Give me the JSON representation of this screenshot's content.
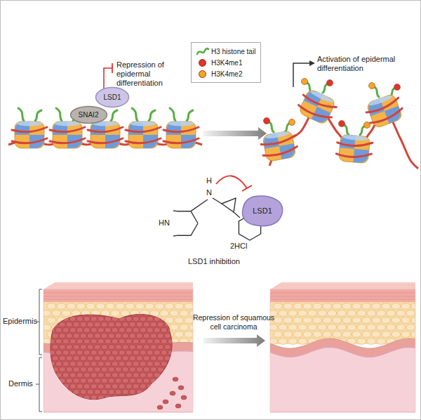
{
  "diagram": {
    "nodes": [
      {
        "text": [
          "SNAI2"
        ]
      },
      {
        "text": [
          "LSD1"
        ]
      },
      {
        "text": [
          "LSD1"
        ]
      }
    ],
    "labels": [
      "Repression of epidermal differentiation",
      "Activation of epidermal differentiation",
      "H",
      "N",
      "HN",
      "2HCl",
      "LSD1 inhibition",
      "Epidermis",
      "Dermis",
      "Repression of squamous cell carcinoma"
    ],
    "legend": [
      {
        "text": "H3 histone tail"
      },
      {
        "text": "H3K4me1",
        "color": "#e2332c"
      },
      {
        "text": "H3K4me2",
        "color": "#f6a623"
      }
    ]
  }
}
